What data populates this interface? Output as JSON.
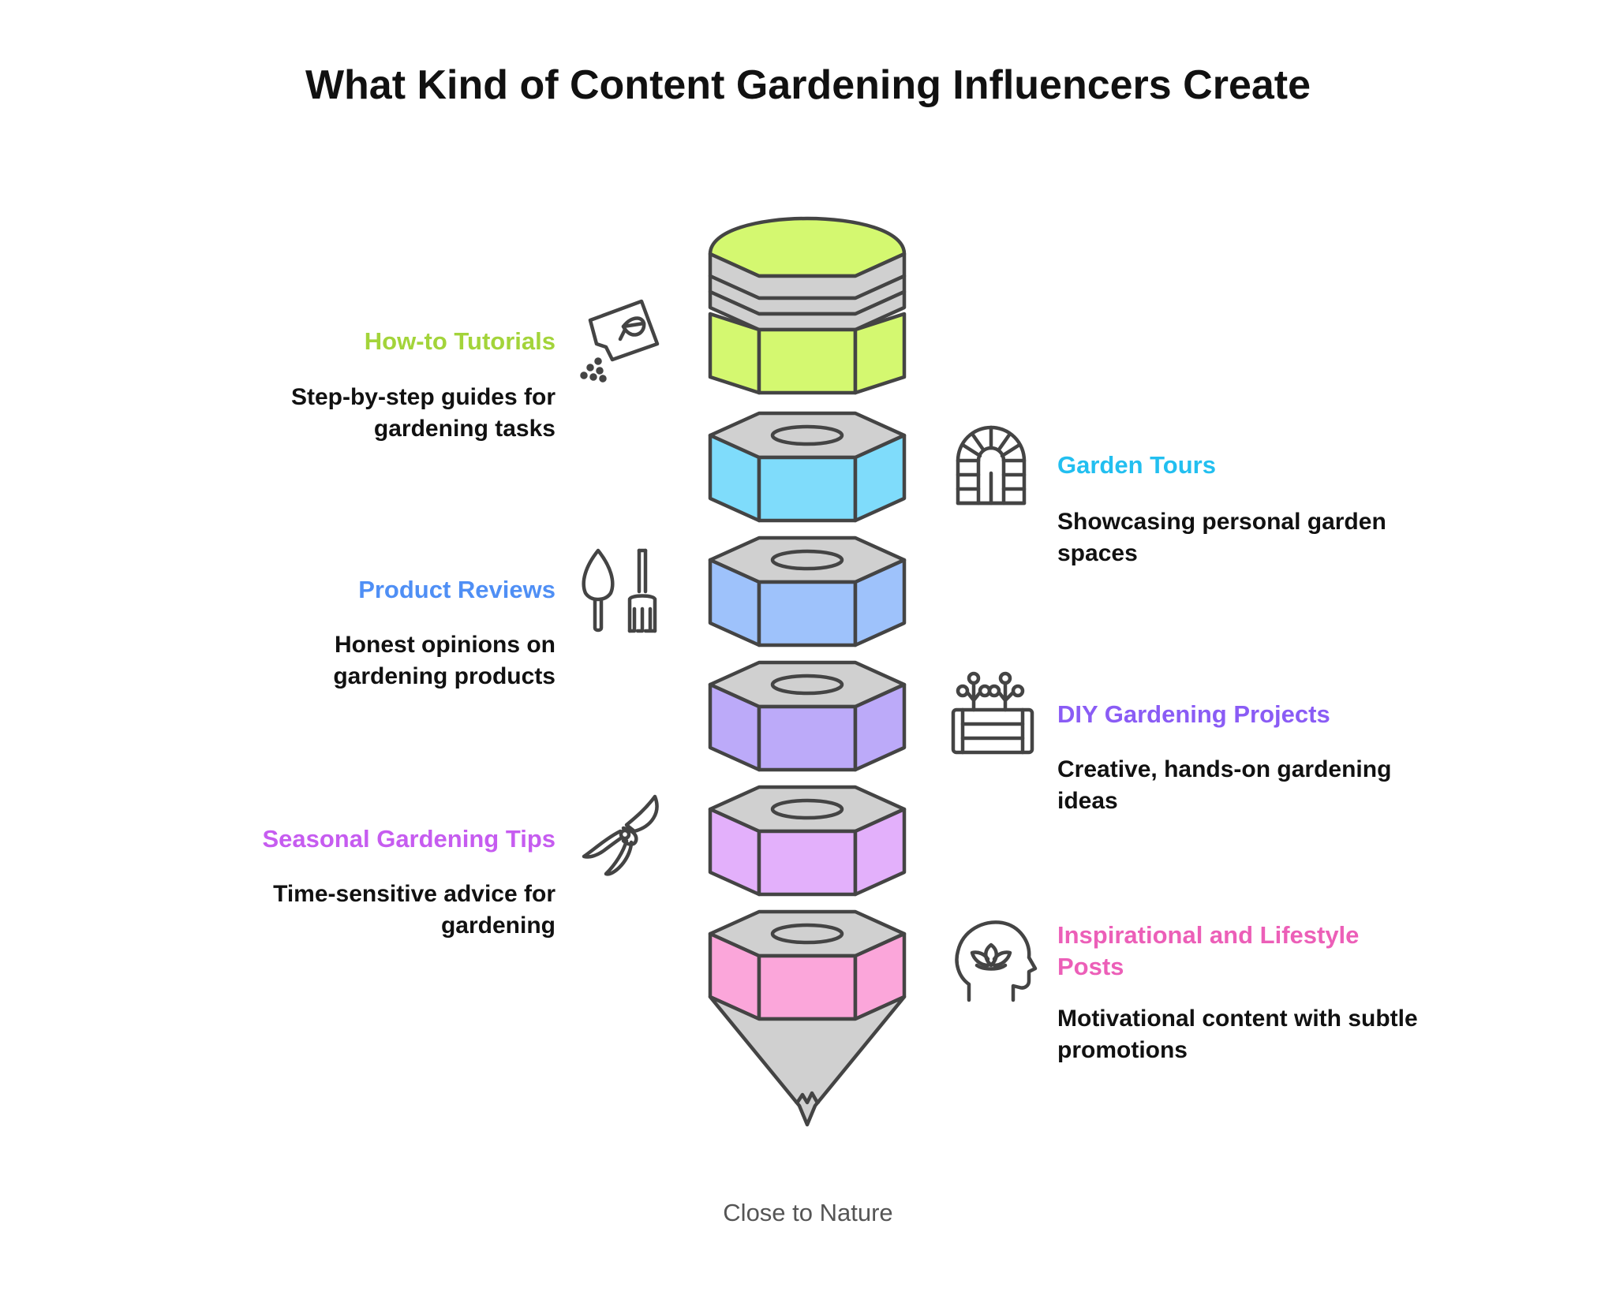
{
  "title": "What Kind of Content Gardening Influencers Create",
  "footer": "Close to Nature",
  "items": [
    {
      "heading": "How-to Tutorials",
      "desc": "Step-by-step guides for gardening tasks",
      "color": "#a3d43a",
      "fill": "#d4f870",
      "side": "left",
      "icon": "seed-packet-icon"
    },
    {
      "heading": "Garden Tours",
      "desc": "Showcasing personal garden spaces",
      "color": "#22bff0",
      "fill": "#7fdcfb",
      "side": "right",
      "icon": "greenhouse-window-icon"
    },
    {
      "heading": "Product Reviews",
      "desc": "Honest opinions on gardening products",
      "color": "#4f8ff5",
      "fill": "#9ec2fb",
      "side": "left",
      "icon": "trowel-fork-icon"
    },
    {
      "heading": "DIY Gardening Projects",
      "desc": "Creative, hands-on gardening ideas",
      "color": "#8a5cf5",
      "fill": "#bcaaf9",
      "side": "right",
      "icon": "planter-box-icon"
    },
    {
      "heading": "Seasonal Gardening Tips",
      "desc": "Time-sensitive advice for gardening",
      "color": "#c65cf0",
      "fill": "#e3b0fb",
      "side": "left",
      "icon": "pruning-shears-icon"
    },
    {
      "heading": "Inspirational and Lifestyle Posts",
      "desc": "Motivational content with subtle promotions",
      "color": "#ec5fb8",
      "fill": "#fba6da",
      "side": "right",
      "icon": "mind-lotus-icon"
    }
  ]
}
